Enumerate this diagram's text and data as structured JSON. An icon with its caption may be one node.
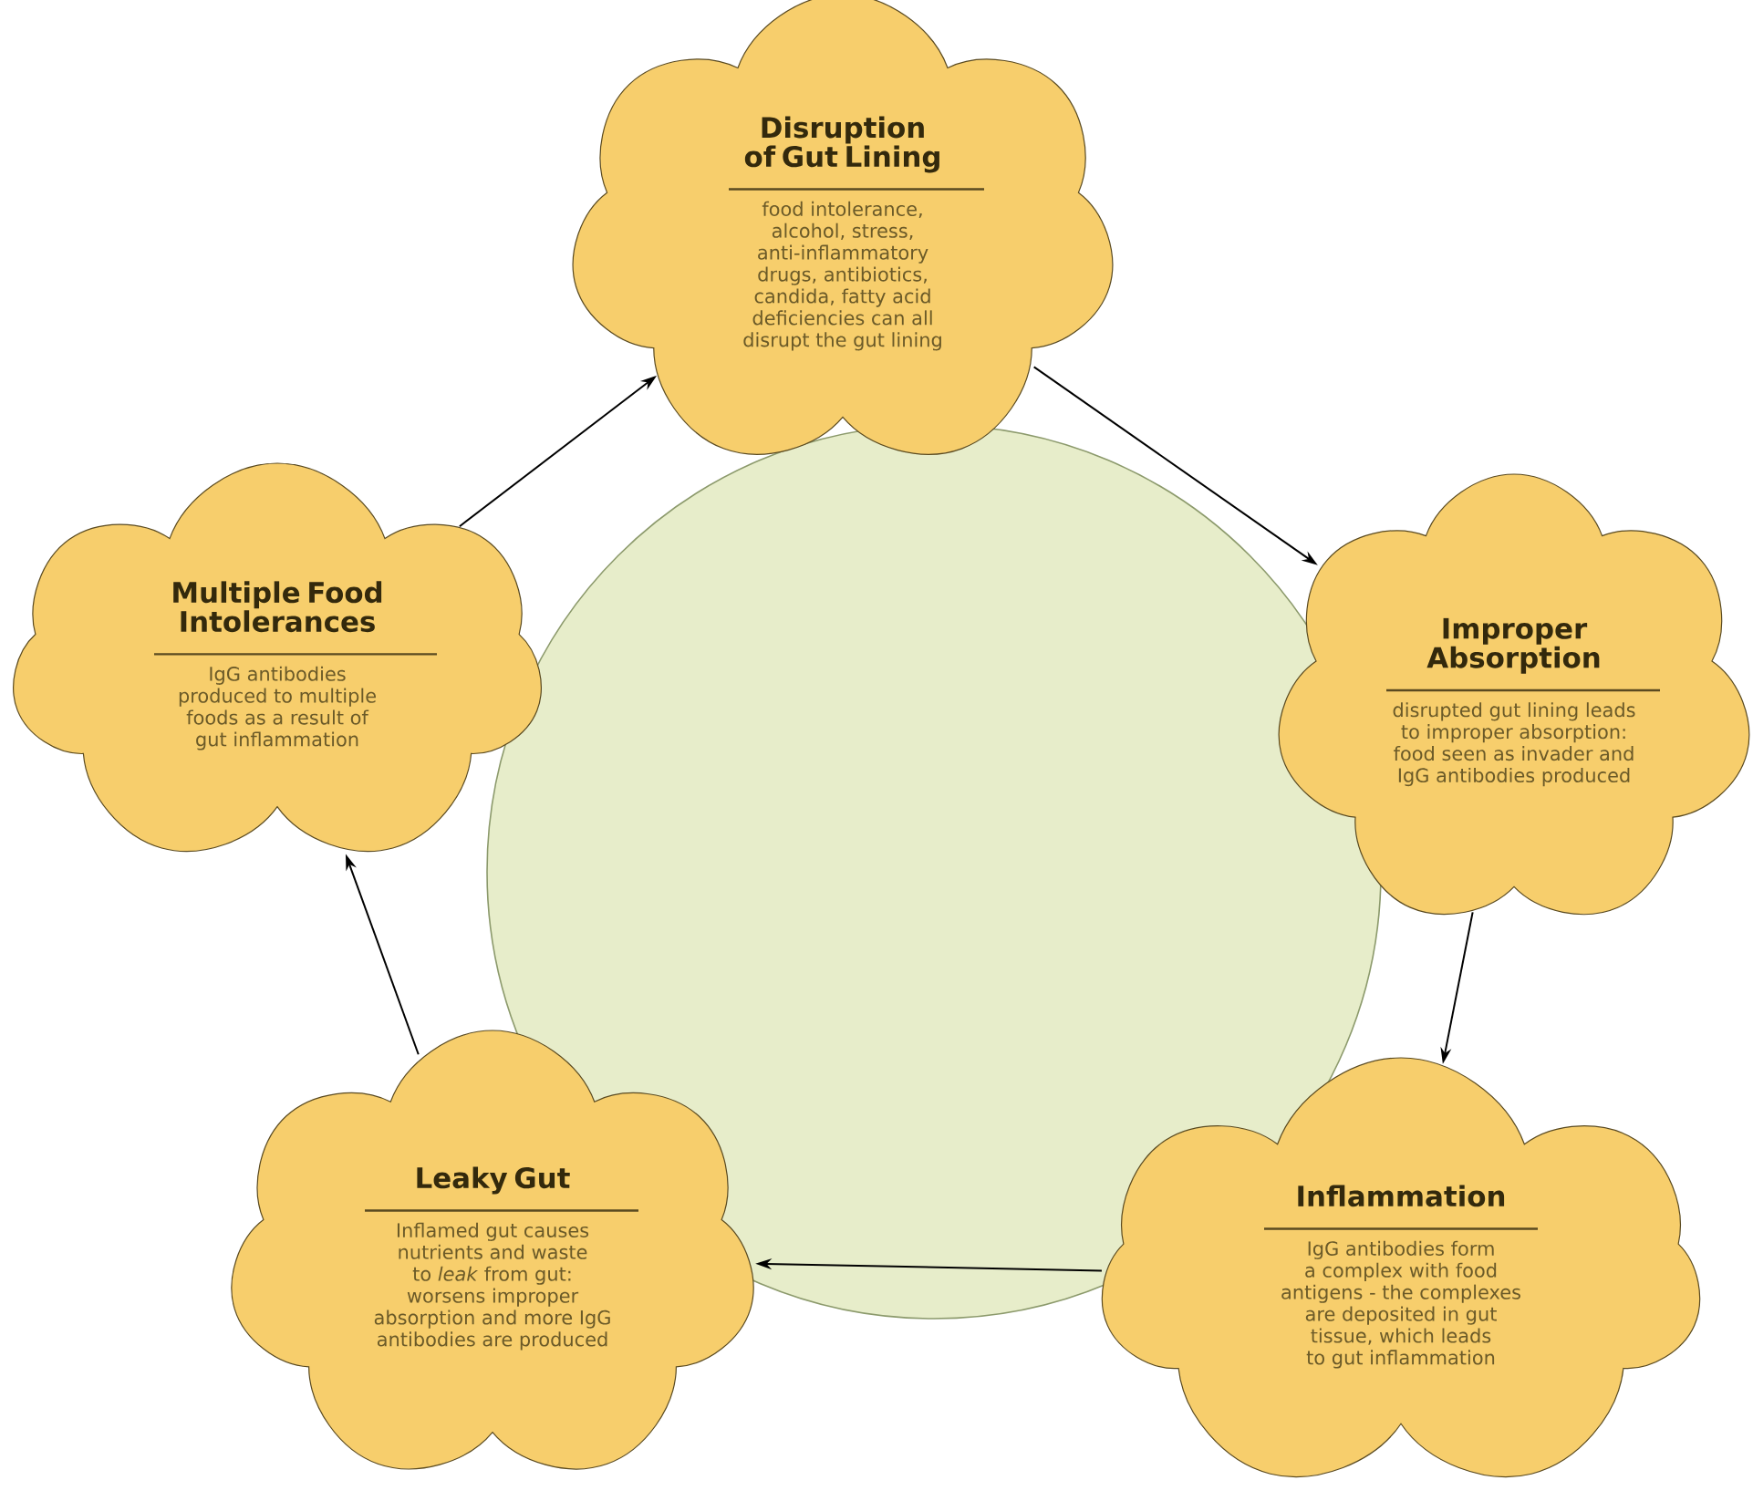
{
  "diagram": {
    "nodes": [
      {
        "text": [
          "Disruption of Gut Lining",
          "food intolerance, alcohol, stress, anti-inflammatory drugs, antibiotics, candida, fatty acid deficiencies can all disrupt the gut lining"
        ]
      },
      {
        "text": [
          "Improper Absorption",
          "disrupted gut lining leads to improper absorption: food seen as invader and IgG antibodies produced"
        ]
      },
      {
        "text": [
          "Inflammation",
          "IgG antibodies form a complex with food antigens - the complexes are deposited in gut tissue, which leads to gut inflammation"
        ]
      },
      {
        "text": [
          "Leaky Gut",
          "Inflamed gut causes nutrients and waste to *leak* from gut: worsens improper absorption and more IgG antibodies are produced"
        ]
      },
      {
        "text": [
          "Multiple Food Intolerances",
          "IgG antibodies produced to multiple foods as a result of gut inflammation"
        ]
      }
    ],
    "edges": [
      {
        "from": 0,
        "to": 1,
        "arrow": "to"
      },
      {
        "from": 1,
        "to": 2,
        "arrow": "to"
      },
      {
        "from": 2,
        "to": 3,
        "arrow": "to"
      },
      {
        "from": 3,
        "to": 4,
        "arrow": "to"
      },
      {
        "from": 4,
        "to": 0,
        "arrow": "to"
      }
    ]
  }
}
